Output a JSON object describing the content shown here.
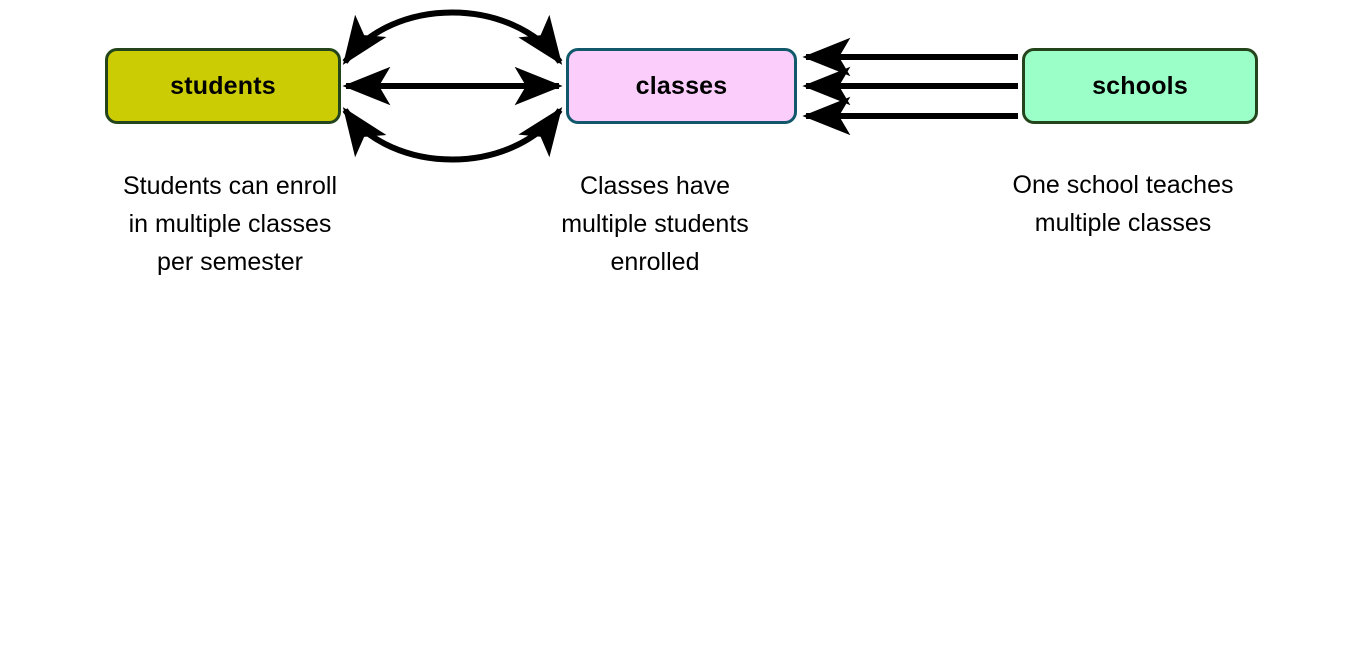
{
  "diagram": {
    "type": "entity-relationship",
    "background_color": "#ffffff",
    "nodes": [
      {
        "id": "students",
        "label": "students",
        "fill": "#cbcc04",
        "stroke": "#24451b",
        "caption": "Students can enroll in multiple classes per semester",
        "caption_lines": [
          "Students can enroll",
          "in multiple classes",
          "per semester"
        ]
      },
      {
        "id": "classes",
        "label": "classes",
        "fill": "#fbcdfb",
        "stroke": "#11586b",
        "caption": "Classes have multiple students enrolled",
        "caption_lines": [
          "Classes have",
          "multiple students",
          "enrolled"
        ]
      },
      {
        "id": "schools",
        "label": "schools",
        "fill": "#9bffc8",
        "stroke": "#24451b",
        "caption": "One school teaches multiple classes",
        "caption_lines": [
          "One school teaches",
          "multiple classes"
        ]
      }
    ],
    "edges": [
      {
        "id": "students-classes-top",
        "from": "students",
        "to": "classes",
        "shape": "curve-up",
        "direction": "bidirectional",
        "color": "#000000"
      },
      {
        "id": "students-classes-middle",
        "from": "students",
        "to": "classes",
        "shape": "straight",
        "direction": "bidirectional",
        "color": "#000000"
      },
      {
        "id": "students-classes-bottom",
        "from": "students",
        "to": "classes",
        "shape": "curve-down",
        "direction": "bidirectional",
        "color": "#000000"
      },
      {
        "id": "schools-classes-top",
        "from": "schools",
        "to": "classes",
        "shape": "straight",
        "direction": "to-classes",
        "color": "#000000"
      },
      {
        "id": "schools-classes-middle",
        "from": "schools",
        "to": "classes",
        "shape": "straight",
        "direction": "to-classes",
        "color": "#000000"
      },
      {
        "id": "schools-classes-bottom",
        "from": "schools",
        "to": "classes",
        "shape": "straight",
        "direction": "to-classes",
        "color": "#000000"
      }
    ]
  }
}
